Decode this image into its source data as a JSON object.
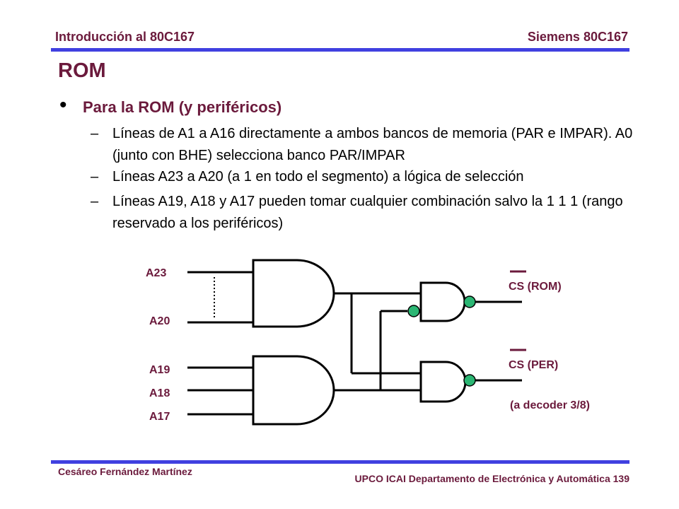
{
  "header": {
    "left": "Introducción al 80C167",
    "right": "Siemens 80C167"
  },
  "title": "ROM",
  "bullet": {
    "symbol": "•",
    "text": "Para la ROM (y periféricos)"
  },
  "subitems": [
    {
      "dash": "–",
      "text": "Líneas de A1 a A16 directamente a ambos bancos de memoria (PAR e IMPAR). A0 (junto con BHE) selecciona banco PAR/IMPAR"
    },
    {
      "dash": "–",
      "text": "Líneas A23 a A20 (a 1 en todo el segmento) a lógica de selección"
    },
    {
      "dash": "–",
      "text": "Líneas A19, A18 y A17 pueden tomar cualquier combinación salvo la 1 1 1 (rango reservado a los periféricos)"
    }
  ],
  "diagram": {
    "inputs": [
      "A23",
      "A20",
      "A19",
      "A18",
      "A17"
    ],
    "outputs": [
      "CS (ROM)",
      "CS (PER)"
    ],
    "note": "(a decoder 3/8)"
  },
  "colors": {
    "accent": "#6b1a3c",
    "rule": "#4040e0",
    "bubble": "#2bb673"
  },
  "footer": {
    "left": "Cesáreo Fernández Martínez",
    "right": "UPCO ICAI Departamento de Electrónica y Automática 139"
  }
}
